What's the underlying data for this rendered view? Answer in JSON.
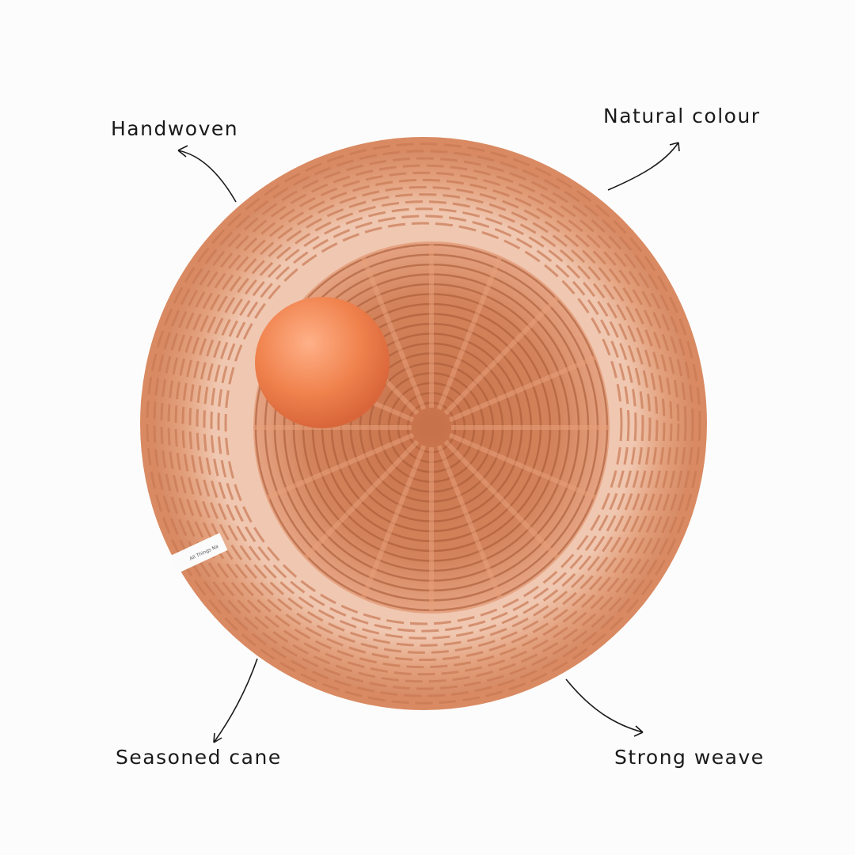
{
  "annotations": {
    "top_left": "Handwoven",
    "top_right": "Natural colour",
    "bottom_left": "Seasoned cane",
    "bottom_right": "Strong weave"
  },
  "tag": {
    "text": "All Things Na"
  },
  "colors": {
    "background": "#fdfcfc",
    "cane_light": "#e9a886",
    "cane_mid": "#d98a62",
    "cane_dark": "#b0603c",
    "orange": "#f08a55",
    "text": "#1a1a1a"
  }
}
